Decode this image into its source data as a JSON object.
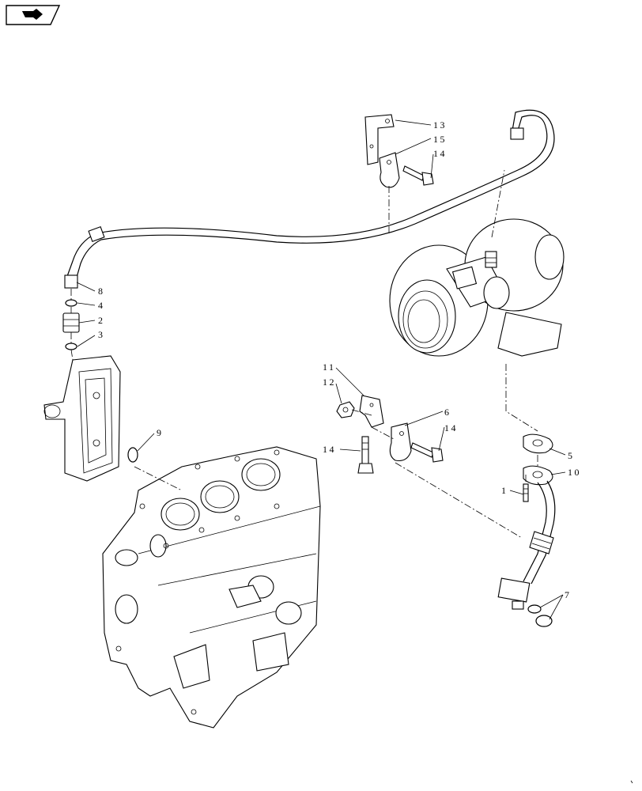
{
  "nav": {
    "icon": "return-arrow-icon"
  },
  "callouts": [
    {
      "id": "13",
      "label": "13"
    },
    {
      "id": "15",
      "label": "15"
    },
    {
      "id": "14a",
      "label": "14"
    },
    {
      "id": "8",
      "label": "8"
    },
    {
      "id": "4",
      "label": "4"
    },
    {
      "id": "2",
      "label": "2"
    },
    {
      "id": "3",
      "label": "3"
    },
    {
      "id": "9",
      "label": "9"
    },
    {
      "id": "11",
      "label": "11"
    },
    {
      "id": "12",
      "label": "12"
    },
    {
      "id": "6",
      "label": "6"
    },
    {
      "id": "14b",
      "label": "14"
    },
    {
      "id": "14c",
      "label": "14"
    },
    {
      "id": "5",
      "label": "5"
    },
    {
      "id": "10",
      "label": "10"
    },
    {
      "id": "1",
      "label": "1"
    },
    {
      "id": "7",
      "label": "7"
    }
  ]
}
